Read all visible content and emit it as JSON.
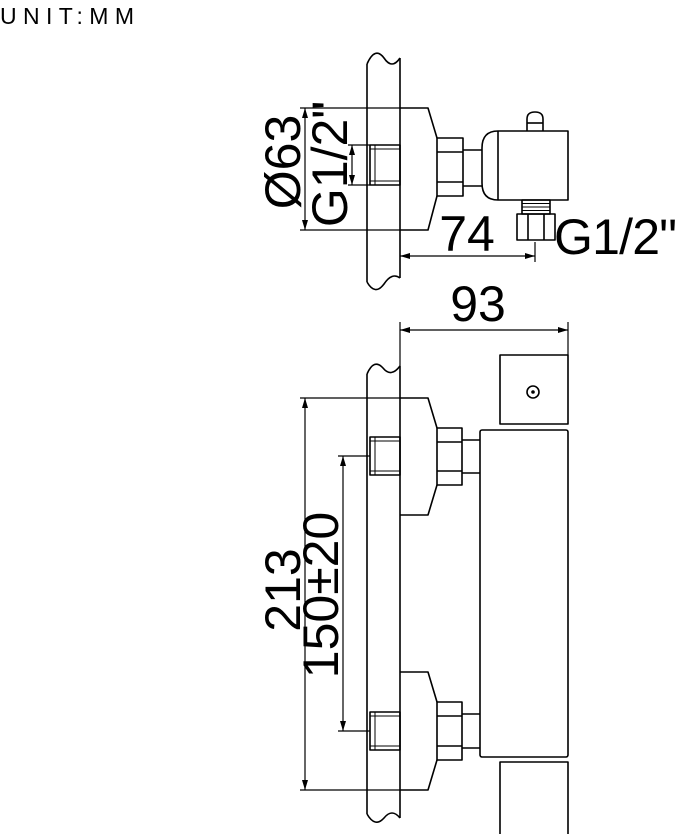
{
  "unit_label": "UNIT:MM",
  "top_view": {
    "escutcheon_diameter": "Ø63",
    "inlet_thread": "G1/2\"",
    "outlet_offset": "74",
    "outlet_thread": "G1/2\""
  },
  "front_view": {
    "body_depth": "93",
    "overall_height": "213",
    "inlet_centers": "150±20"
  }
}
